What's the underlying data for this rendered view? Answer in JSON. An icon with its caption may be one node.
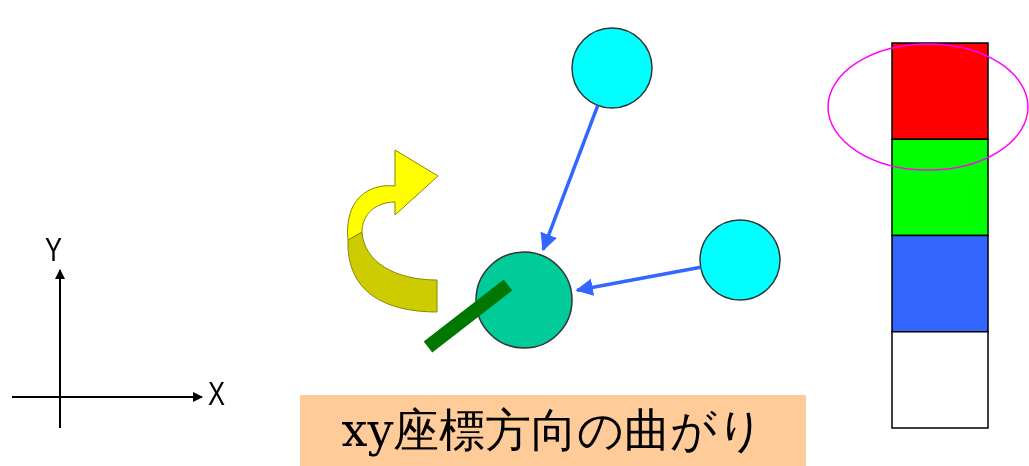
{
  "diagram": {
    "nodes": [
      {
        "text": [],
        "shape": "circle"
      },
      {
        "text": [],
        "shape": "circle"
      },
      {
        "text": [],
        "shape": "circle"
      },
      {
        "text": [
          "xy座標方向の曲がり"
        ]
      }
    ],
    "edges": [
      {
        "from": 0,
        "to": 1,
        "arrow": "to"
      },
      {
        "from": 2,
        "to": 1,
        "arrow": "to"
      }
    ],
    "labels": [
      "Y",
      "X"
    ]
  }
}
